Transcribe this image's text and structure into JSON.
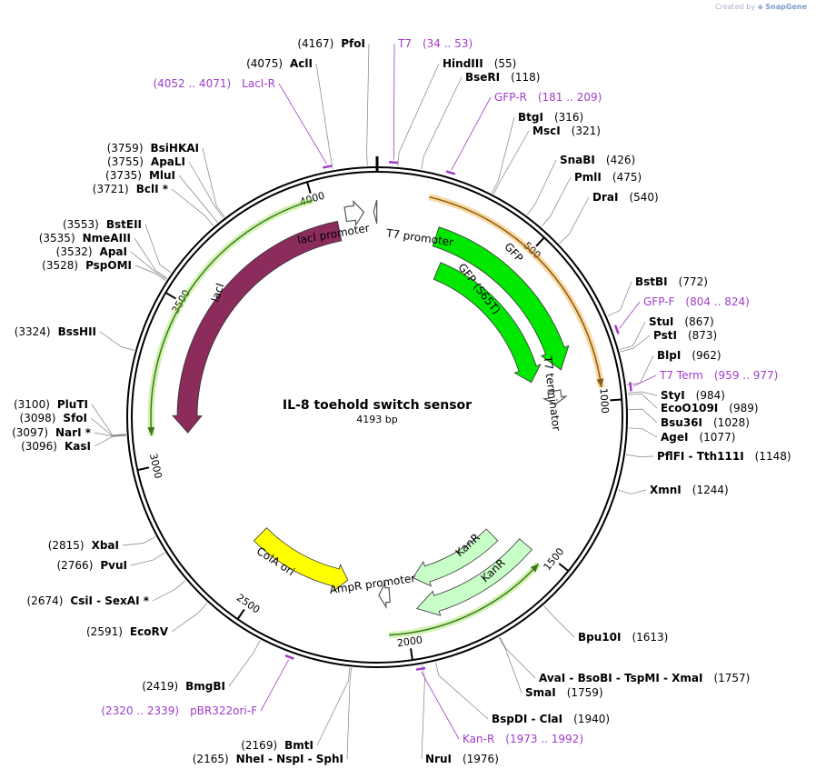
{
  "credit": {
    "prefix": "Created by",
    "brand": "SnapGene",
    "icon": "snapgene-logo-icon"
  },
  "plasmid": {
    "name": "IL-8 toehold switch sensor",
    "size_label": "4193 bp",
    "length": 4193
  },
  "scale_ticks": [
    "500",
    "1000",
    "1500",
    "2000",
    "2500",
    "3000",
    "3500",
    "4000"
  ],
  "features": [
    {
      "name": "GFP",
      "color": "#00e800",
      "text_color": "#000000"
    },
    {
      "name": "GFP (S65T)",
      "color": "#00e800",
      "text_color": "#000000"
    },
    {
      "name": "lacI",
      "color": "#8b2c5c",
      "text_color": "#ffffff"
    },
    {
      "name": "ColA ori",
      "color": "#ffff00",
      "text_color": "#000000"
    },
    {
      "name": "KanR",
      "color": "#c8ffc8",
      "text_color": "#000000"
    },
    {
      "name": "KanR",
      "color": "#c8ffc8",
      "text_color": "#000000"
    },
    {
      "name": "lacI promoter",
      "color": "#ffffff",
      "text_color": "#000000"
    },
    {
      "name": "T7 promoter",
      "color": "#ffffff",
      "text_color": "#000000"
    },
    {
      "name": "T7 terminator",
      "color": "#ffffff",
      "text_color": "#000000"
    },
    {
      "name": "AmpR promoter",
      "color": "#ffffff",
      "text_color": "#000000"
    }
  ],
  "sites": [
    {
      "pos": "(4167)",
      "name": "PfoI"
    },
    {
      "pos": "(4075)",
      "name": "AclI"
    },
    {
      "name": "HindIII",
      "pos": "(55)"
    },
    {
      "name": "BseRI",
      "pos": "(118)"
    },
    {
      "name": "BtgI",
      "pos": "(316)"
    },
    {
      "name": "MscI",
      "pos": "(321)"
    },
    {
      "name": "SnaBI",
      "pos": "(426)"
    },
    {
      "name": "PmlI",
      "pos": "(475)"
    },
    {
      "name": "DraI",
      "pos": "(540)"
    },
    {
      "name": "BstBI",
      "pos": "(772)"
    },
    {
      "name": "StuI",
      "pos": "(867)"
    },
    {
      "name": "PstI",
      "pos": "(873)"
    },
    {
      "name": "BlpI",
      "pos": "(962)"
    },
    {
      "name": "StyI",
      "pos": "(984)"
    },
    {
      "name": "EcoO109I",
      "pos": "(989)"
    },
    {
      "name": "Bsu36I",
      "pos": "(1028)"
    },
    {
      "name": "AgeI",
      "pos": "(1077)"
    },
    {
      "name": "PflFI  - Tth111I",
      "pos": "(1148)"
    },
    {
      "name": "XmnI",
      "pos": "(1244)"
    },
    {
      "name": "Bpu10I",
      "pos": "(1613)"
    },
    {
      "name": "AvaI  - BsoBI  - TspMI  - XmaI",
      "pos": "(1757)"
    },
    {
      "name": "SmaI",
      "pos": "(1759)"
    },
    {
      "name": "BspDI  - ClaI",
      "pos": "(1940)"
    },
    {
      "name": "NruI",
      "pos": "(1976)"
    },
    {
      "pos": "(2165)",
      "name": "NheI  - NspI  - SphI"
    },
    {
      "pos": "(2169)",
      "name": "BmtI"
    },
    {
      "pos": "(2419)",
      "name": "BmgBI"
    },
    {
      "pos": "(2591)",
      "name": "EcoRV"
    },
    {
      "pos": "(2674)",
      "name": "CsiI  - SexAI *"
    },
    {
      "pos": "(2766)",
      "name": "PvuI"
    },
    {
      "pos": "(2815)",
      "name": "XbaI"
    },
    {
      "pos": "(3096)",
      "name": "KasI"
    },
    {
      "pos": "(3097)",
      "name": "NarI *"
    },
    {
      "pos": "(3098)",
      "name": "SfoI"
    },
    {
      "pos": "(3100)",
      "name": "PluTI"
    },
    {
      "pos": "(3324)",
      "name": "BssHII"
    },
    {
      "pos": "(3528)",
      "name": "PspOMI"
    },
    {
      "pos": "(3532)",
      "name": "ApaI"
    },
    {
      "pos": "(3535)",
      "name": "NmeAIII"
    },
    {
      "pos": "(3553)",
      "name": "BstEII"
    },
    {
      "pos": "(3721)",
      "name": "BclI *"
    },
    {
      "pos": "(3735)",
      "name": "MluI"
    },
    {
      "pos": "(3755)",
      "name": "ApaLI"
    },
    {
      "pos": "(3759)",
      "name": "BsiHKAI"
    }
  ],
  "primers": [
    {
      "name": "T7",
      "range": "(34 .. 53)"
    },
    {
      "name": "GFP-R",
      "range": "(181 .. 209)"
    },
    {
      "name": "GFP-F",
      "range": "(804 .. 824)"
    },
    {
      "name": "T7 Term",
      "range": "(959 .. 977)"
    },
    {
      "name": "Kan-R",
      "range": "(1973 .. 1992)"
    },
    {
      "name": "pBR322ori-F",
      "range": "(2320 .. 2339)"
    },
    {
      "name": "LacI-R",
      "range": "(4052 .. 4071)"
    }
  ],
  "colors": {
    "backbone": "#000000",
    "primer": "#a03cc8",
    "site_line": "#808080"
  }
}
